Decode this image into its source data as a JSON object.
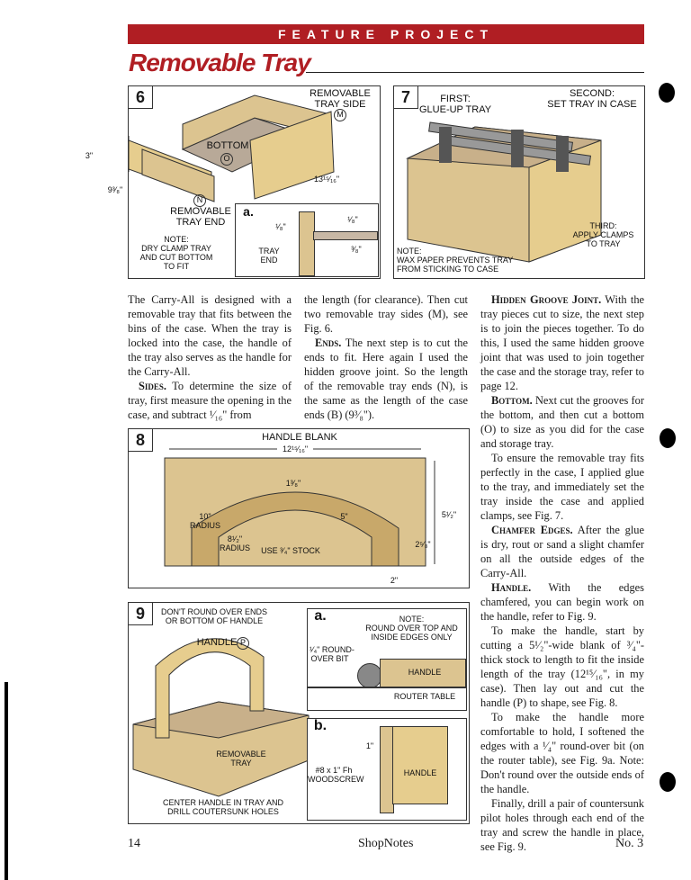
{
  "header": {
    "banner": "FEATURE PROJECT",
    "title": "Removable Tray"
  },
  "fig6": {
    "num": "6",
    "tray_side": "REMOVABLE\nTRAY SIDE",
    "m": "M",
    "bottom": "BOTTOM",
    "o": "O",
    "dim_length": "13¹⁵⁄₁₆\"",
    "dim_width": "9³⁄₈\"",
    "dim_height": "3\"",
    "n": "N",
    "tray_end": "REMOVABLE\nTRAY END",
    "note": "NOTE:\nDRY CLAMP TRAY\nAND CUT BOTTOM\nTO FIT",
    "inset": "a.",
    "inset_a": "¹⁄₈\"",
    "inset_b": "¹⁄₈\"",
    "inset_c": "³⁄₈\"",
    "inset_end": "TRAY\nEND"
  },
  "fig7": {
    "num": "7",
    "first": "FIRST:\nGLUE-UP TRAY",
    "second": "SECOND:\nSET TRAY IN CASE",
    "third": "THIRD:\nAPPLY CLAMPS\nTO TRAY",
    "note": "NOTE:\nWAX PAPER PREVENTS TRAY\nFROM STICKING TO CASE"
  },
  "fig8": {
    "num": "8",
    "title": "HANDLE BLANK",
    "width": "12¹⁵⁄₁₆\"",
    "d1": "1³⁄₈\"",
    "d10": "10\"\nRADIUS",
    "d5": "5\"",
    "d85": "8¹⁄₂\"\nRADIUS",
    "stock": "USE ³⁄₄\" STOCK",
    "h55": "5¹⁄₂\"",
    "h25": "2⁵⁄₈\"",
    "w2": "2\""
  },
  "fig9": {
    "num": "9",
    "dont": "DON'T ROUND OVER ENDS\nOR BOTTOM OF HANDLE",
    "handle": "HANDLE",
    "p": "P",
    "rtray": "REMOVABLE\nTRAY",
    "center": "CENTER HANDLE IN TRAY AND\nDRILL COUTERSUNK HOLES",
    "a": "a.",
    "note": "NOTE:\nROUND OVER TOP AND\nINSIDE EDGES ONLY",
    "bit": "¹⁄₄\" ROUND-\nOVER BIT",
    "handle2": "HANDLE",
    "router": "ROUTER TABLE",
    "b": "b.",
    "screw": "#8 x 1\" Fh\nWOODSCREW",
    "handle3": "HANDLE",
    "one": "1\""
  },
  "col1": [
    "The Carry-All is designed with a removable tray that fits between the bins of the case. When the tray is locked into the case, the handle of the tray also serves as the handle for the Carry-All.",
    "To determine the size of tray, first measure the opening in the case, and subtract ¹⁄₁₆\" from"
  ],
  "col1_head": "Sides.",
  "col2": [
    "the length (for clearance). Then cut two removable tray sides (M), see Fig. 6.",
    "The next step is to cut the ends to fit. Here again I used the hidden groove joint. So the length of the removable tray ends (N), is the same as the length of the case ends (B) (9³⁄₈\")."
  ],
  "col2_head": "Ends.",
  "col3": [
    {
      "head": "Hidden Groove Joint.",
      "text": "With the tray pieces cut to size, the next step is to join the pieces together. To do this, I used the same hidden groove joint that was used to join together the case and the storage tray, refer to page 12."
    },
    {
      "head": "Bottom.",
      "text": "Next cut the grooves for the bottom, and then cut a bottom (O) to size as you did for the case and storage tray."
    },
    {
      "head": "",
      "text": "To ensure the removable tray fits perfectly in the case, I applied glue to the tray, and immediately set the tray inside the case and applied clamps, see Fig. 7."
    },
    {
      "head": "Chamfer Edges.",
      "text": "After the glue is dry, rout or sand a slight chamfer on all the outside edges of the Carry-All."
    },
    {
      "head": "Handle.",
      "text": "With the edges chamfered, you can begin work on the handle, refer to Fig. 9."
    },
    {
      "head": "",
      "text": "To make the handle, start by cutting a 5¹⁄₂\"-wide blank of ³⁄₄\"-thick stock to length to fit the inside length of the tray (12¹⁵⁄₁₆\", in my case). Then lay out and cut the handle (P) to shape, see Fig. 8."
    },
    {
      "head": "",
      "text": "To make the handle more comfortable to hold, I softened the edges with a ¹⁄₄\" round-over bit (on the router table), see Fig. 9a. Note: Don't round over the outside ends of the handle."
    },
    {
      "head": "",
      "text": "Finally, drill a pair of countersunk pilot holes through each end of the tray and screw the handle in place, see Fig. 9."
    }
  ],
  "footer": {
    "page": "14",
    "mag": "ShopNotes",
    "issue": "No. 3"
  }
}
